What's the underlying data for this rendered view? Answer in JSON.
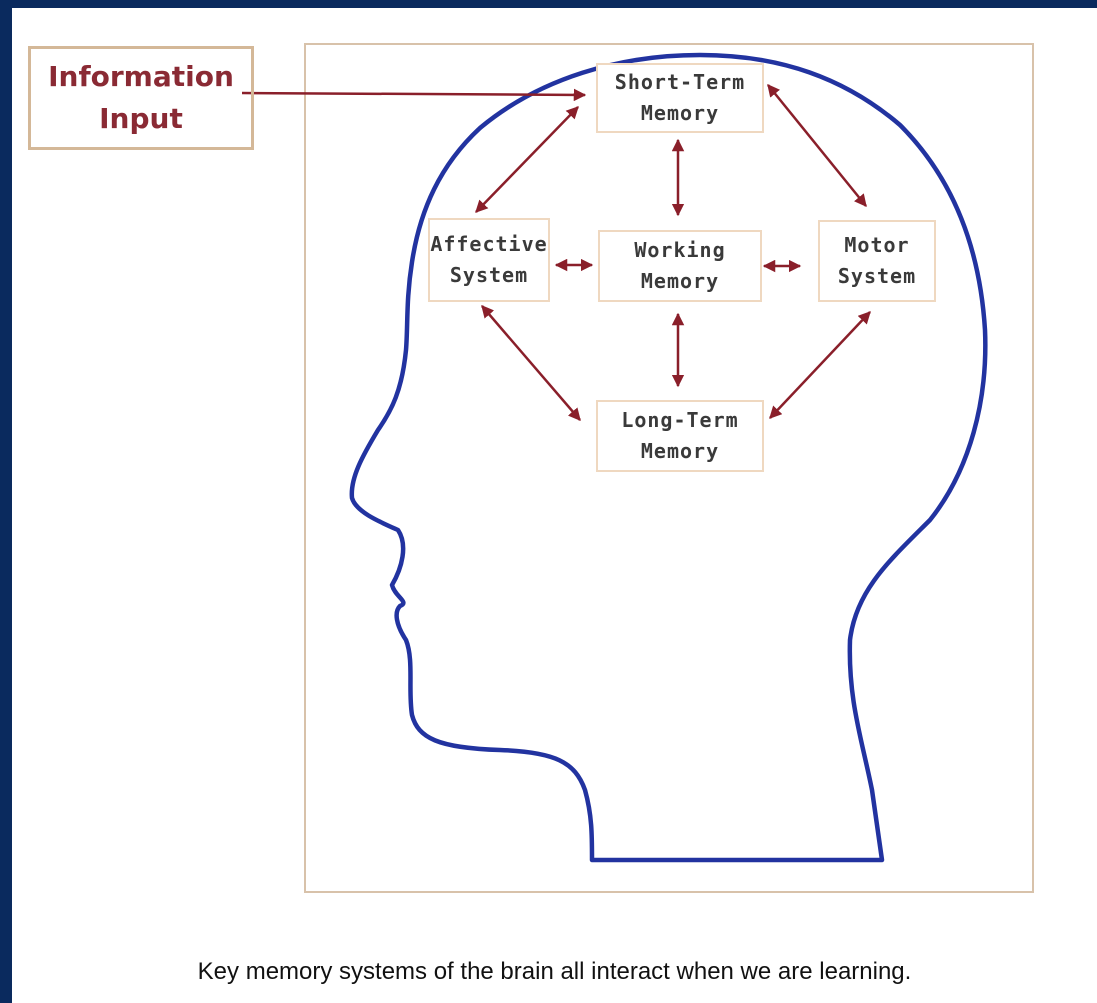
{
  "info_input": {
    "line1": "Information",
    "line2": "Input"
  },
  "nodes": {
    "short_term": {
      "line1": "Short-Term",
      "line2": "Memory"
    },
    "affective": {
      "line1": "Affective",
      "line2": "System"
    },
    "working": {
      "line1": "Working",
      "line2": "Memory"
    },
    "motor": {
      "line1": "Motor",
      "line2": "System"
    },
    "long_term": {
      "line1": "Long-Term",
      "line2": "Memory"
    }
  },
  "caption": "Key memory systems of the brain all interact when we are learning.",
  "colors": {
    "background": "#0a2a5e",
    "head_outline": "#2233a0",
    "arrows": "#8a1f2a",
    "box_border": "#d4b898",
    "info_text": "#8a2a34"
  }
}
